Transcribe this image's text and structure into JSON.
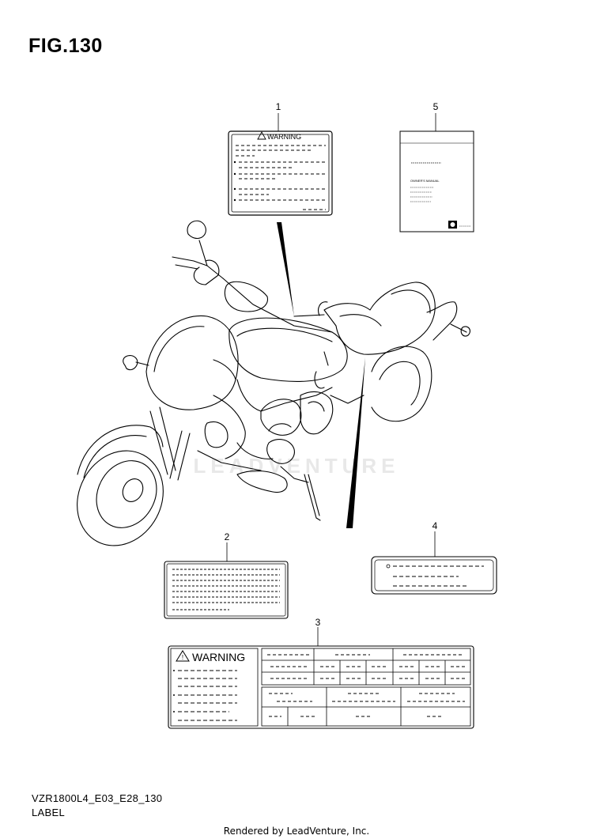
{
  "figure": {
    "title": "FIG.130",
    "code": "VZR1800L4_E03_E28_130",
    "caption": "LABEL"
  },
  "callouts": [
    "1",
    "2",
    "3",
    "4",
    "5"
  ],
  "labels": {
    "label_1": {
      "heading": "WARNING"
    },
    "label_3": {
      "heading": "WARNING"
    },
    "label_5": {
      "manual_title": "OWNER'S MANUAL"
    }
  },
  "watermark": "LEADVENTURE",
  "footer": "Rendered by LeadVenture, Inc."
}
